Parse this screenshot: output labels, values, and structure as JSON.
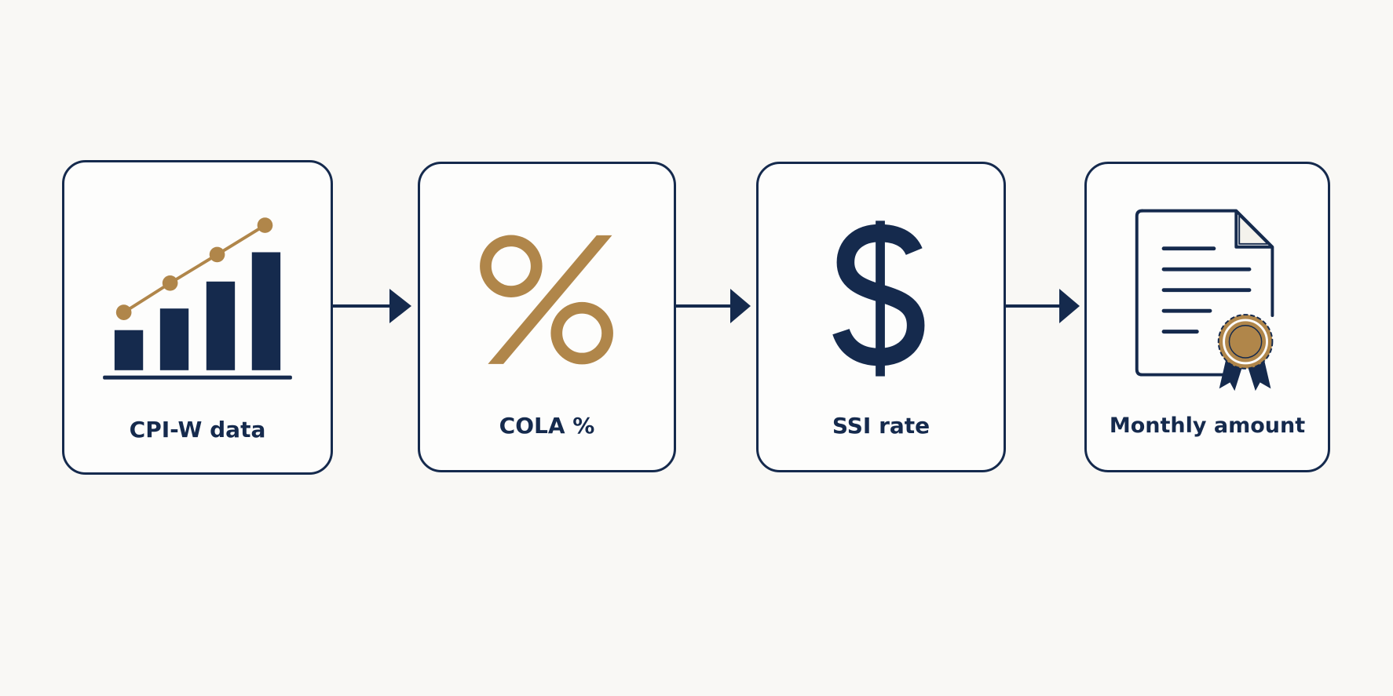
{
  "steps": [
    {
      "label": "CPI-W data",
      "icon": "bar-chart-trend-icon"
    },
    {
      "label": "COLA %",
      "icon": "percent-icon"
    },
    {
      "label": "SSI rate",
      "icon": "dollar-icon"
    },
    {
      "label": "Monthly amount",
      "icon": "certificate-document-icon"
    }
  ],
  "colors": {
    "navy": "#152a4d",
    "gold": "#b0864a",
    "background": "#f9f8f5"
  }
}
